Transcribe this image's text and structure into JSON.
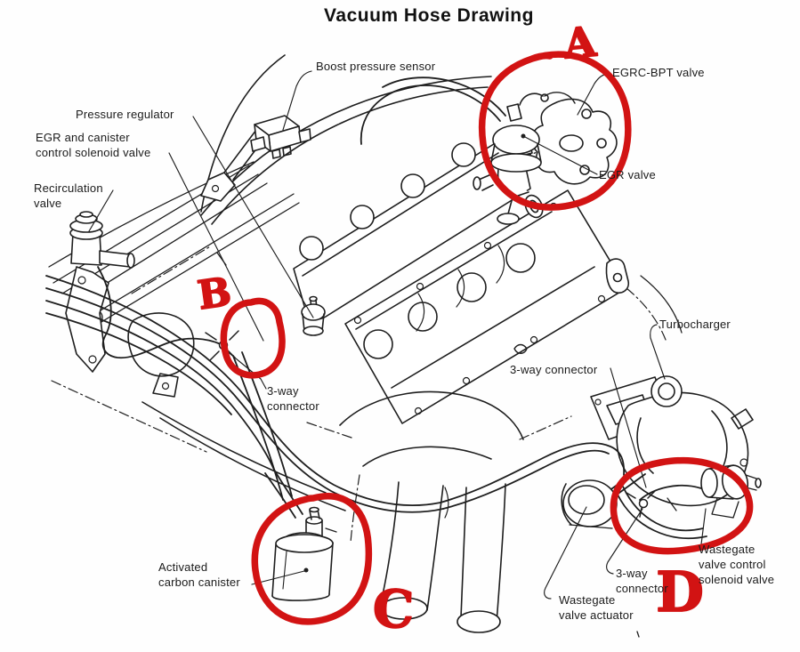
{
  "title": "Vacuum Hose Drawing",
  "colors": {
    "ink": "#1e1e1e",
    "annotation_red": "#d21313",
    "background": "#ffffff"
  },
  "labels": {
    "boost_pressure_sensor": {
      "text": "Boost pressure sensor"
    },
    "pressure_regulator": {
      "text": "Pressure regulator"
    },
    "egr_canister_solenoid": {
      "text": "EGR and canister\ncontrol solenoid valve"
    },
    "recirculation_valve": {
      "text": "Recirculation\nvalve"
    },
    "egrc_bpt_valve": {
      "text": "EGRC-BPT valve"
    },
    "egr_valve": {
      "text": "EGR valve"
    },
    "turbocharger": {
      "text": "Turbocharger"
    },
    "three_way_connector_b": {
      "text": "3-way\nconnector"
    },
    "three_way_connector_mid": {
      "text": "3-way connector"
    },
    "three_way_connector_d": {
      "text": "3-way\nconnector"
    },
    "activated_carbon_canister": {
      "text": "Activated\ncarbon canister"
    },
    "wastegate_valve_actuator": {
      "text": "Wastegate\nvalve actuator"
    },
    "wastegate_valve_control_solenoid": {
      "text": "Wastegate\nvalve control\nsolenoid valve"
    }
  },
  "annotations": {
    "a": "A",
    "b": "B",
    "c": "C",
    "d": "D"
  }
}
